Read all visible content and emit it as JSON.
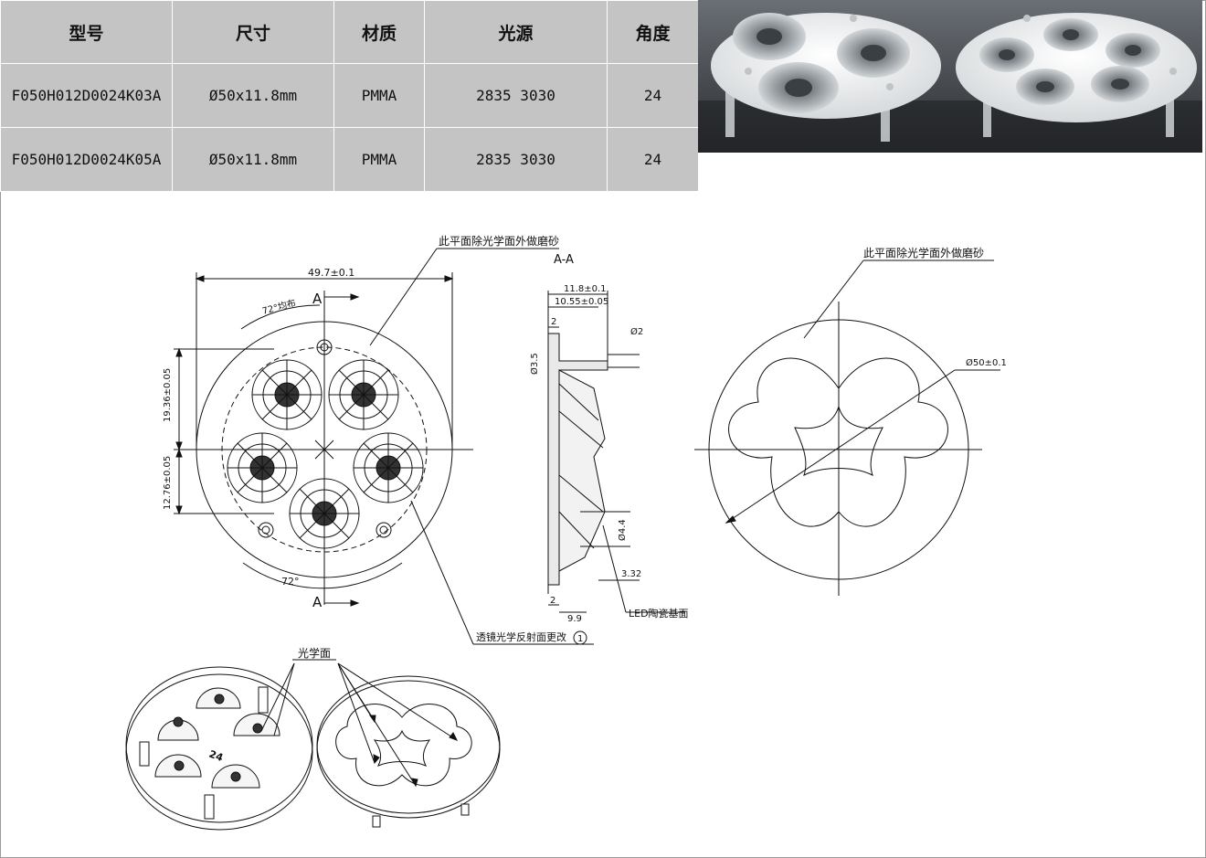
{
  "table": {
    "headers": [
      "型号",
      "尺寸",
      "材质",
      "光源",
      "角度"
    ],
    "rows": [
      [
        "F050H012D0024K03A",
        "Ø50x11.8mm",
        "PMMA",
        "2835 3030",
        "24"
      ],
      [
        "F050H012D0024K05A",
        "Ø50x11.8mm",
        "PMMA",
        "2835 3030",
        "24"
      ]
    ]
  },
  "drawing": {
    "front_view": {
      "width_dim": "49.7±0.1",
      "pitch_angle_top": "72°均布",
      "pitch_angle_bottom": "72°",
      "dim_upper": "19.36±0.05",
      "dim_lower": "12.76±0.05",
      "section_mark": "A"
    },
    "frosted_note": "此平面除光学面外做磨砂",
    "reflect_note": "透镜光学反射面更改",
    "revision_mark": "1",
    "section_view": {
      "title": "A-A",
      "dim_total_height": "11.8±0.1",
      "dim_body_height": "10.55±0.05",
      "dim_flange": "2",
      "dim_pin_dia": "Ø2",
      "dim_pin_len": "Ø3.5",
      "dim_recess": "Ø4.4",
      "dim_recess_depth": "3.32",
      "dim_base": "2",
      "dim_offset": "9.9",
      "led_note": "LED陶瓷基面"
    },
    "back_view": {
      "frosted_note": "此平面除光学面外做磨砂",
      "diameter": "Ø50±0.1"
    },
    "iso_view": {
      "optical_label": "光学面",
      "angle_engraving": "24"
    }
  }
}
